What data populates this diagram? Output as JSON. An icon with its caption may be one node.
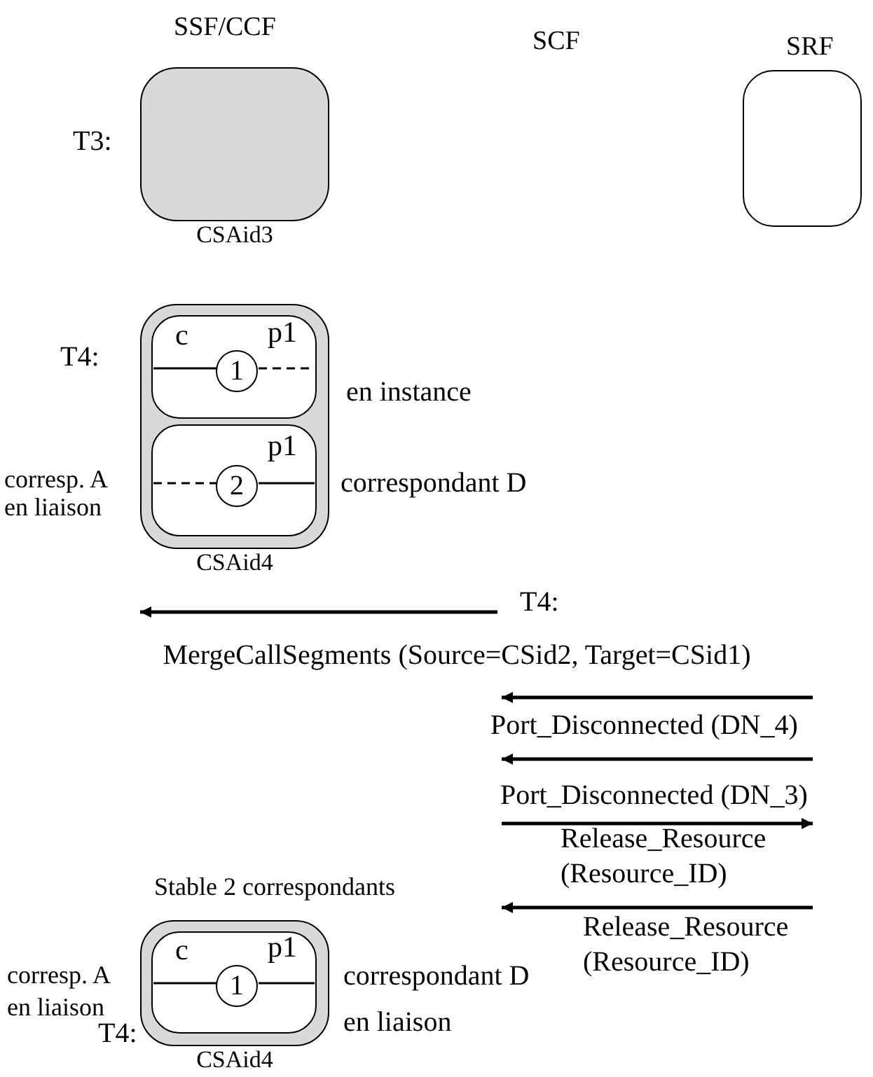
{
  "diagram": {
    "nodes": [
      {
        "text": [
          "CSAid3"
        ],
        "beside": [
          "T3:"
        ]
      },
      {
        "text": [],
        "shape": "box"
      },
      {
        "text": [
          "CSAid4"
        ],
        "beside": [
          "T4:"
        ]
      },
      {
        "text": [
          "c",
          "p1"
        ],
        "in": 2,
        "beside": [
          "en instance"
        ]
      },
      {
        "text": [
          "1"
        ],
        "in": 3
      },
      {
        "text": [
          "p1"
        ],
        "in": 2,
        "beside": [
          "corresp. A en liaison",
          "correspondant D"
        ]
      },
      {
        "text": [
          "2"
        ],
        "in": 5
      },
      {
        "text": [
          "CSAid4"
        ],
        "beside": [
          "Stable 2 correspondants",
          "corresp. A en liaison",
          "correspondant D en liaison",
          "T4:"
        ]
      },
      {
        "text": [
          "c",
          "p1"
        ],
        "in": 7
      },
      {
        "text": [
          "1"
        ],
        "in": 8
      }
    ],
    "labels": [
      "SSF/CCF",
      "SCF",
      "SRF",
      "T4:",
      "MergeCallSegments (Source=CSid2, Target=CSid1)",
      "Port_Disconnected (DN_4)",
      "Port_Disconnected (DN_3)",
      "Release_Resource (Resource_ID)",
      "Release_Resource (Resource_ID)"
    ]
  }
}
